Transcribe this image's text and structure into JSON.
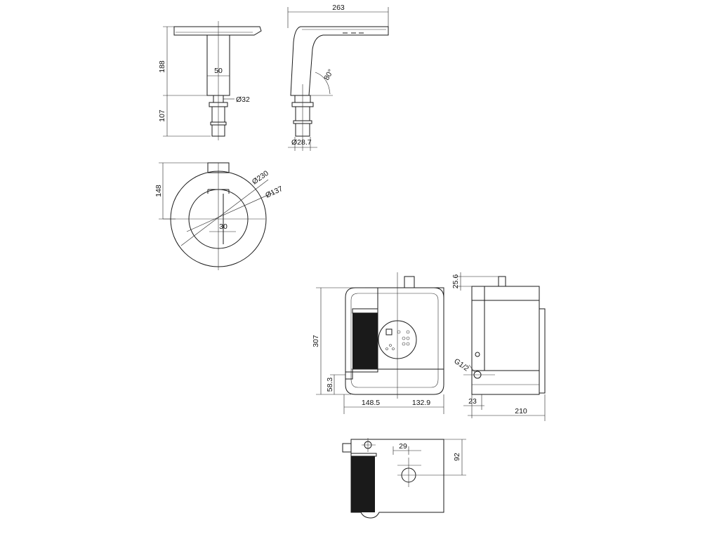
{
  "dimensions": {
    "spout_length": "263",
    "body_height": "188",
    "tail_height": "107",
    "spout_width": "50",
    "tail_diameter": "Ø32",
    "angle": "80°",
    "connector_diameter": "Ø28.7",
    "plate_height": "148",
    "plate_diameter_outer": "Ø230",
    "plate_diameter_inner": "Ø137",
    "plate_offset": "30",
    "unit_height": "307",
    "unit_outlet_height": "58.3",
    "unit_left_width": "148.5",
    "unit_right_width": "132.9",
    "top_stub": "25.6",
    "thread": "G1/2",
    "side_offset": "23",
    "unit_depth": "210",
    "bottom_offset": "29",
    "bottom_depth": "92"
  },
  "colors": {
    "line": "#1a1a1a",
    "background": "#ffffff"
  }
}
